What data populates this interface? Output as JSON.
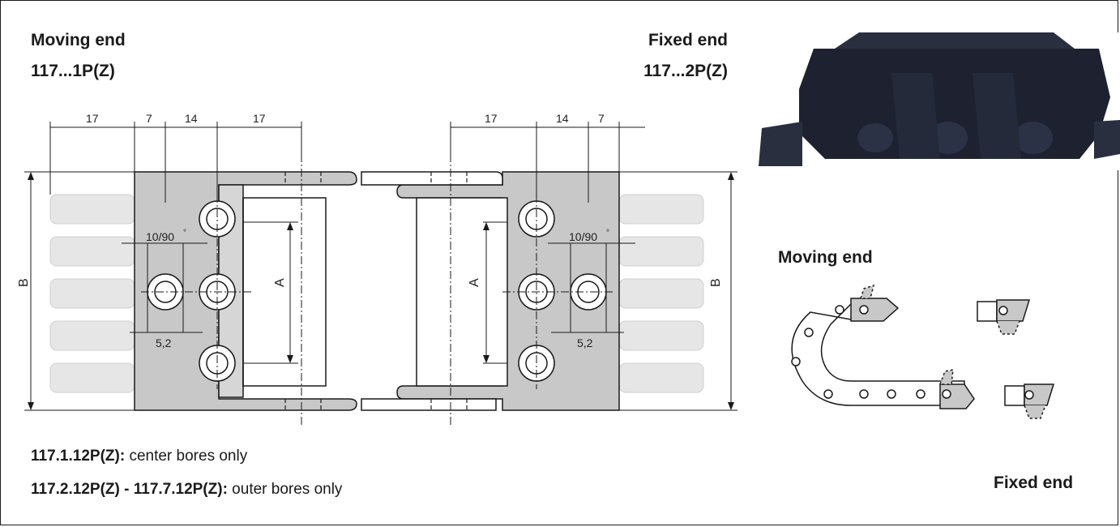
{
  "headings": {
    "moving_end": "Moving end",
    "moving_end_code": "117...1P(Z)",
    "fixed_end": "Fixed end",
    "fixed_end_code": "117...2P(Z)",
    "moving_end_right": "Moving end",
    "fixed_end_right": "Fixed end"
  },
  "dimensions": {
    "left_top": [
      "17",
      "7",
      "14",
      "17"
    ],
    "right_top": [
      "17",
      "14",
      "7"
    ],
    "bore_angle": "10/90",
    "degree_mark": "°",
    "bore_pitch": "5,2",
    "height_inner": "A",
    "height_outer": "B"
  },
  "notes": [
    {
      "code": "117.1.12P(Z):",
      "text": " center bores only"
    },
    {
      "code": "117.2.12P(Z) - 117.7.12P(Z):",
      "text": " outer bores only"
    }
  ],
  "colors": {
    "bracket_fill": "#c8c8c8",
    "chain_ghost": "#e6e6e6",
    "line": "#1a1a1a",
    "photo_dark": "#1e2230"
  }
}
